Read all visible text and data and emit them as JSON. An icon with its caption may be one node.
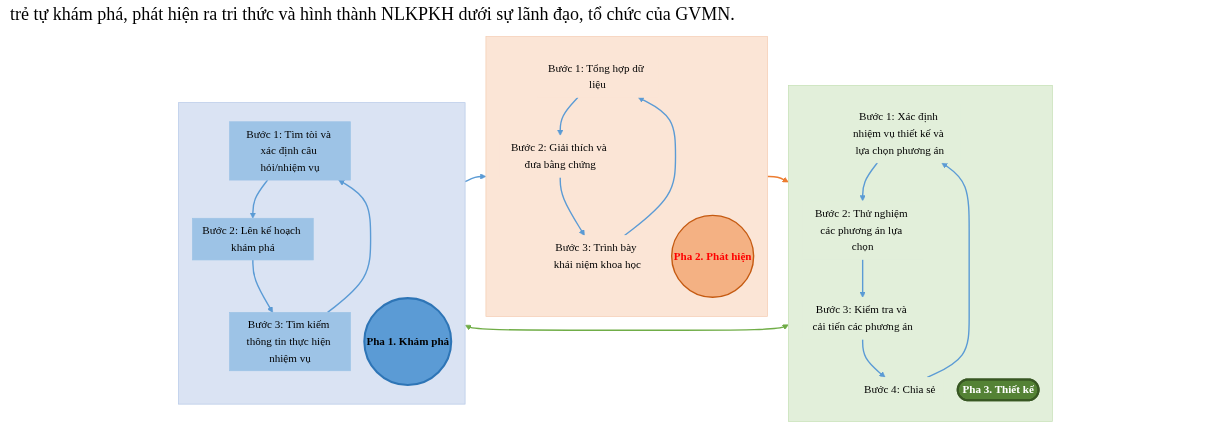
{
  "diagram": {
    "nodes": [
      {
        "text": [],
        "shape": "box"
      },
      {
        "text": [
          "Bước 1: Tìm tòi và xác định câu hỏi/nhiệm vụ"
        ],
        "in": 0
      },
      {
        "text": [
          "Bước 2: Lên kế hoạch khám phá"
        ],
        "in": 0
      },
      {
        "text": [
          "Pha 1. Khám phá"
        ],
        "in": 0
      },
      {
        "text": [
          "Bước 3: Tìm kiếm thông tin thực hiện nhiệm vụ"
        ],
        "in": 0
      },
      {
        "text": [],
        "shape": "box"
      },
      {
        "text": [
          "Bước 1: Tổng hợp dữ liệu"
        ],
        "in": 5
      },
      {
        "text": [
          "Bước 2: Giải thích và đưa bằng chứng"
        ],
        "in": 5
      },
      {
        "text": [
          "Pha 2. Phát hiện"
        ],
        "in": 5
      },
      {
        "text": [
          "Bước 3: Trình bày khái niệm khoa học"
        ],
        "in": 5
      },
      {
        "text": [],
        "shape": "box"
      },
      {
        "text": [
          "Bước 1: Xác định nhiệm vụ thiết kế và lựa chọn phương án"
        ],
        "in": 10
      },
      {
        "text": [
          "Bước 2: Thử nghiệm các phương án lựa chọn"
        ],
        "in": 10
      },
      {
        "text": [
          "Pha 3. Thiết kế"
        ],
        "in": 10
      },
      {
        "text": [
          "Bước 3: Kiểm tra và cải tiến các phương án"
        ],
        "in": 10
      },
      {
        "text": [
          "Bước 4: Chia sẻ"
        ],
        "in": 10
      }
    ],
    "edges": [
      {
        "from": 1,
        "to": 2,
        "arrow": "to"
      },
      {
        "from": 2,
        "to": 4,
        "arrow": "to"
      },
      {
        "from": 4,
        "to": 1,
        "arrow": "to"
      },
      {
        "from": 6,
        "to": 7,
        "arrow": "to"
      },
      {
        "from": 7,
        "to": 9,
        "arrow": "to"
      },
      {
        "from": 9,
        "to": 6,
        "arrow": "to"
      },
      {
        "from": 11,
        "to": 12,
        "arrow": "to"
      },
      {
        "from": 12,
        "to": 14,
        "arrow": "to"
      },
      {
        "from": 14,
        "to": 15,
        "arrow": "to"
      },
      {
        "from": 15,
        "to": 11,
        "arrow": "to"
      },
      {
        "from": 0,
        "to": 5,
        "arrow": "to"
      },
      {
        "from": 5,
        "to": 10,
        "arrow": "to",
        "color": "#ed7d31"
      },
      {
        "from": 0,
        "to": 10,
        "arrow": "both",
        "color": "#70ad47"
      }
    ],
    "labels": [
      "trẻ tự khám phá, phát hiện ra tri thức và hình thành NLKPKH dưới sự lãnh đạo, tổ chức của GVMN."
    ]
  }
}
